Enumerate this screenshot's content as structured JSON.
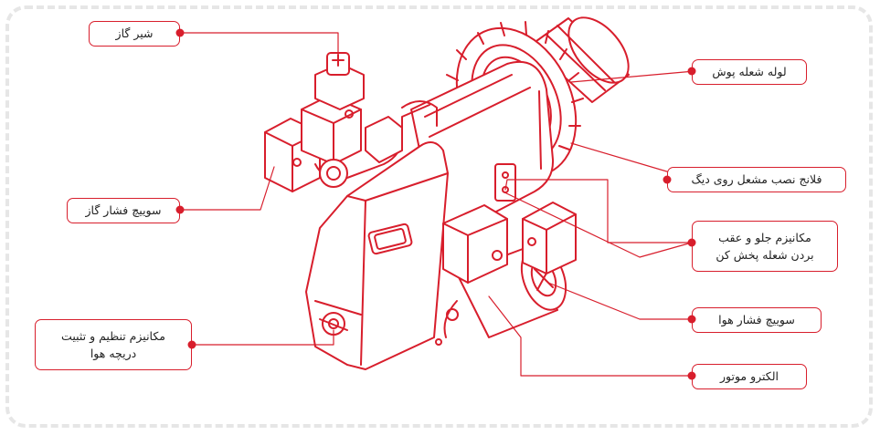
{
  "accent_color": "#d81e2c",
  "labels": {
    "gas_valve": "شیر گاز",
    "gas_pressure_switch": "سوییچ فشار گاز",
    "air_damper_mechanism": "مکانیزم تنظیم و تثبیت\nدریچه هوا",
    "blast_tube": "لوله شعله پوش",
    "boiler_flange": "فلانج نصب مشعل روی دیگ",
    "diffuser_mechanism": "مکانیزم جلو و عقب\nبردن شعله پخش کن",
    "air_pressure_switch": "سوییچ فشار هوا",
    "electro_motor": "الکترو موتور"
  }
}
